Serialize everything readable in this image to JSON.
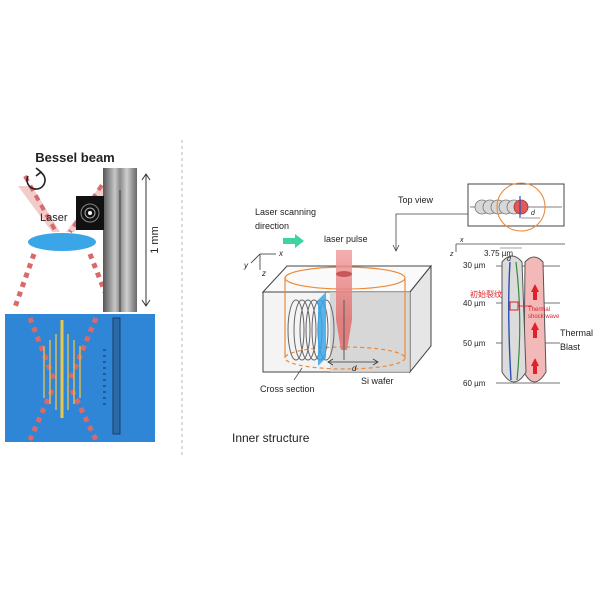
{
  "left_panel": {
    "title": "Bessel beam",
    "laser_label": "Laser",
    "scale_label": "1 mm"
  },
  "right_panel": {
    "top_view_label": "Top   view",
    "scan_label_line1": "Laser scanning",
    "scan_label_line2": "direction",
    "pulse_label": "laser pulse",
    "cross_section_label": "Cross section",
    "wafer_label": "Si wafer",
    "d_label": "d",
    "axis_x": "x",
    "axis_y": "y",
    "axis_z": "z",
    "caption": "Inner structure",
    "depth_scale": {
      "top_label": "3.75 µm",
      "ticks": [
        "30 µm",
        "40 µm",
        "50 µm",
        "60 µm"
      ]
    },
    "initial_crack_label": "初始裂纹",
    "shock_label_line1": "Thermal",
    "shock_label_line2": "shock wave",
    "blast_label_line1": "Thermal",
    "blast_label_line2": "Blast"
  },
  "colors": {
    "water_blue": "#2f86d6",
    "beam_red": "#e07a7a",
    "lens_blue": "#3aa6e8",
    "cylinder_orange": "#ec8a3a",
    "scan_arrow_green": "#3ed3a0",
    "shock_red": "#e0202a"
  }
}
